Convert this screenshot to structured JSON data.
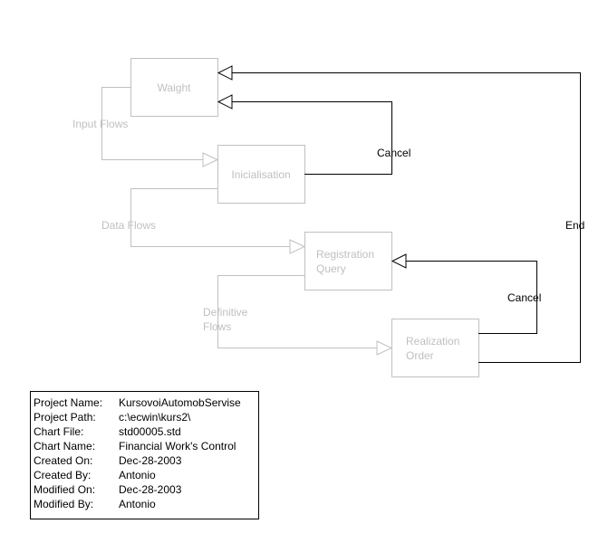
{
  "diagram": {
    "states": [
      {
        "id": "waight",
        "lines": [
          "Waight"
        ]
      },
      {
        "id": "inicialisation",
        "lines": [
          "Inicialisation"
        ]
      },
      {
        "id": "registration-query",
        "lines": [
          "Registration",
          "Query"
        ]
      },
      {
        "id": "realization-order",
        "lines": [
          "Realization",
          "Order"
        ]
      }
    ],
    "flows": [
      {
        "from": "waight",
        "to": "inicialisation",
        "lines": [
          "Input Flows"
        ]
      },
      {
        "from": "inicialisation",
        "to": "registration-query",
        "lines": [
          "Data Flows"
        ]
      },
      {
        "from": "registration-query",
        "to": "realization-order",
        "lines": [
          "Definitive",
          "Flows"
        ]
      }
    ],
    "events": [
      {
        "from": "inicialisation",
        "to": "waight",
        "label": "Cancel"
      },
      {
        "from": "realization-order",
        "to": "registration-query",
        "label": "Cancel"
      },
      {
        "from": "realization-order",
        "to": "waight",
        "label": "End"
      }
    ],
    "colors": {
      "inactive": "#c0c0c0",
      "active": "#000000"
    }
  },
  "info": {
    "rows": [
      {
        "label": "Project Name:",
        "value": "KursovoiAutomobServise"
      },
      {
        "label": "Project Path:",
        "value": "c:\\ecwin\\kurs2\\"
      },
      {
        "label": "Chart File:",
        "value": "std00005.std"
      },
      {
        "label": "Chart Name:",
        "value": "Financial Work's Control"
      },
      {
        "label": "Created On:",
        "value": "Dec-28-2003"
      },
      {
        "label": "Created By:",
        "value": "Antonio"
      },
      {
        "label": "Modified On:",
        "value": "Dec-28-2003"
      },
      {
        "label": "Modified By:",
        "value": "Antonio"
      }
    ]
  }
}
